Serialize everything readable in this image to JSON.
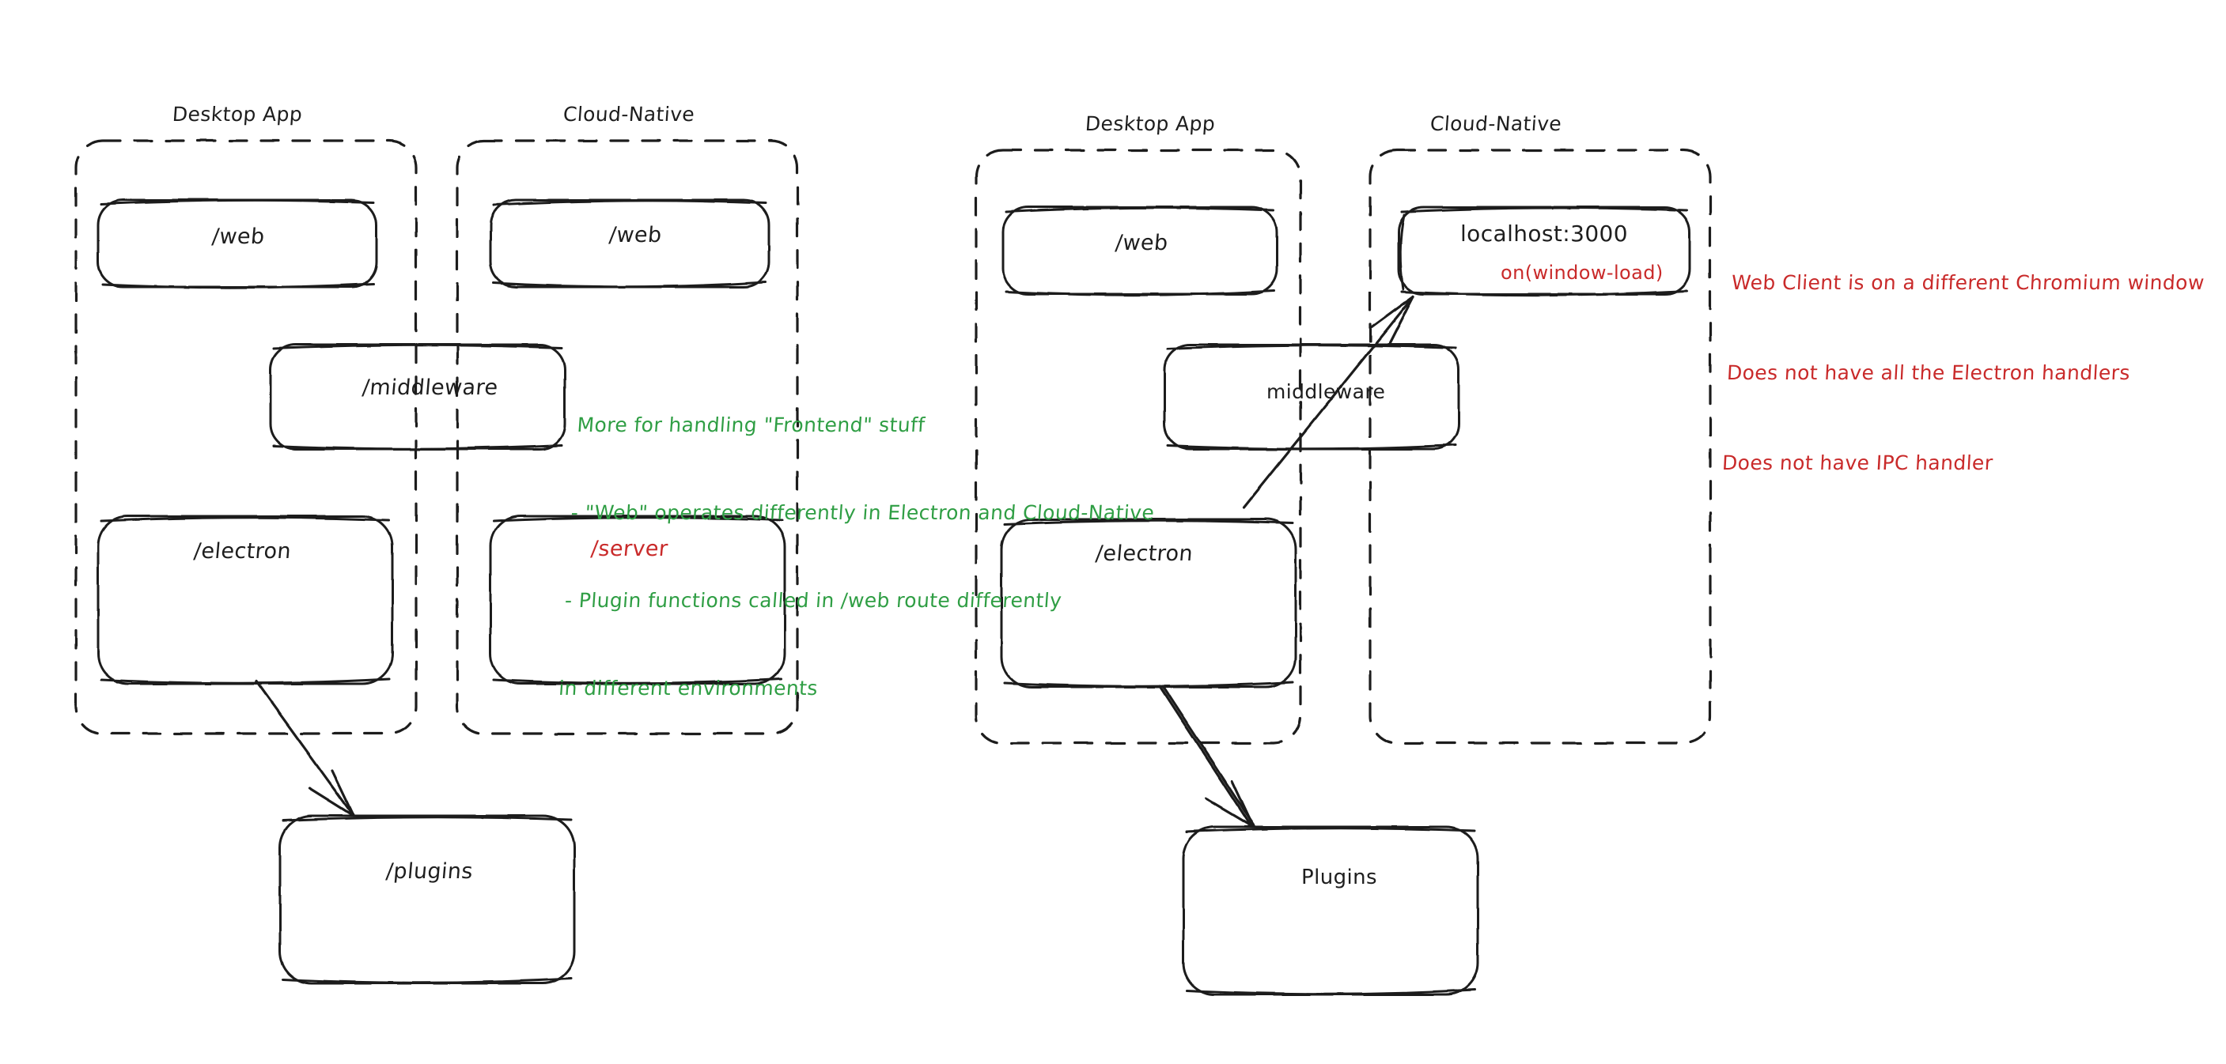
{
  "diagram": {
    "title_hidden": "",
    "colors": {
      "ink": "#1e1e1e",
      "green": "#2f9e44",
      "red": "#c92a2a",
      "background": "#ffffff"
    },
    "left_diagram": {
      "groups": [
        {
          "id": "left-desktop-app",
          "label": "Desktop App"
        },
        {
          "id": "left-cloud-native",
          "label": "Cloud-Native"
        }
      ],
      "nodes": [
        {
          "id": "left-desktop-web",
          "label": "/web",
          "color": "#1e1e1e"
        },
        {
          "id": "left-cloud-web",
          "label": "/web",
          "color": "#1e1e1e"
        },
        {
          "id": "left-middleware",
          "label": "/middleware",
          "color": "#1e1e1e"
        },
        {
          "id": "left-electron",
          "label": "/electron",
          "color": "#1e1e1e"
        },
        {
          "id": "left-server",
          "label": "/server",
          "color": "#c92a2a"
        },
        {
          "id": "left-plugins",
          "label": "/plugins",
          "color": "#1e1e1e"
        }
      ],
      "note_green": [
        "More for handling \"Frontend\" stuff",
        "- \"Web\" operates differently in Electron and Cloud-Native",
        "- Plugin functions called in /web route differently",
        "in different environments"
      ]
    },
    "right_diagram": {
      "groups": [
        {
          "id": "right-desktop-app",
          "label": "Desktop App"
        },
        {
          "id": "right-cloud-native",
          "label": "Cloud-Native"
        }
      ],
      "nodes": [
        {
          "id": "right-desktop-web",
          "label": "/web",
          "color": "#1e1e1e"
        },
        {
          "id": "right-localhost",
          "label": "localhost:3000",
          "sublabel": "on(window-load)",
          "color": "#1e1e1e",
          "sublabel_color": "#c92a2a"
        },
        {
          "id": "right-middleware",
          "label": "middleware",
          "color": "#1e1e1e"
        },
        {
          "id": "right-electron",
          "label": "/electron",
          "color": "#1e1e1e"
        },
        {
          "id": "right-plugins",
          "label": "Plugins",
          "color": "#1e1e1e"
        }
      ],
      "note_red": [
        "Web Client is on a different Chromium window",
        "Does not have all the Electron handlers",
        "Does not have IPC handler"
      ]
    }
  }
}
